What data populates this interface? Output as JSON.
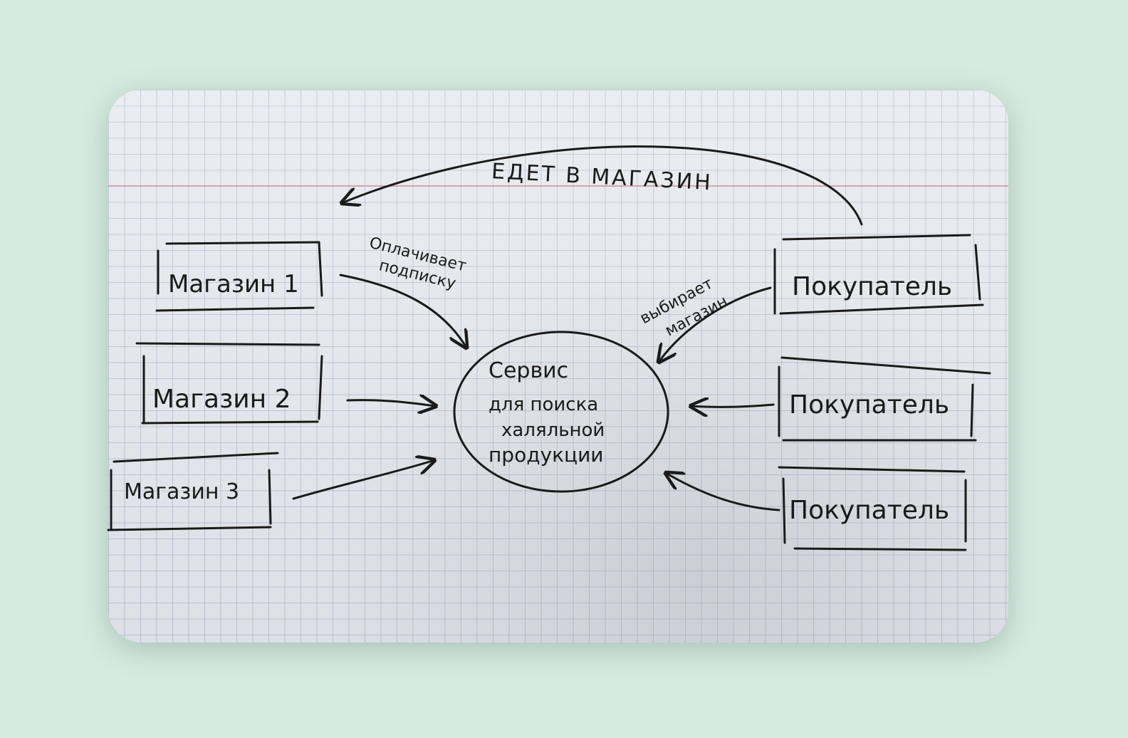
{
  "diagram": {
    "top_label": "ЕДЕТ В МАГАЗИН",
    "center": {
      "line1": "Сервис",
      "line2": "для поиска",
      "line3": "халяльной",
      "line4": "продукции"
    },
    "stores": [
      {
        "label": "Магазин 1"
      },
      {
        "label": "Магазин 2"
      },
      {
        "label": "Магазин 3"
      }
    ],
    "buyers": [
      {
        "label": "Покупатель"
      },
      {
        "label": "Покупатель"
      },
      {
        "label": "Покупатель"
      }
    ],
    "store_edge": {
      "line1": "Оплачивает",
      "line2": "подписку"
    },
    "buyer_edge": {
      "line1": "выбирает",
      "line2": "магазин"
    }
  }
}
